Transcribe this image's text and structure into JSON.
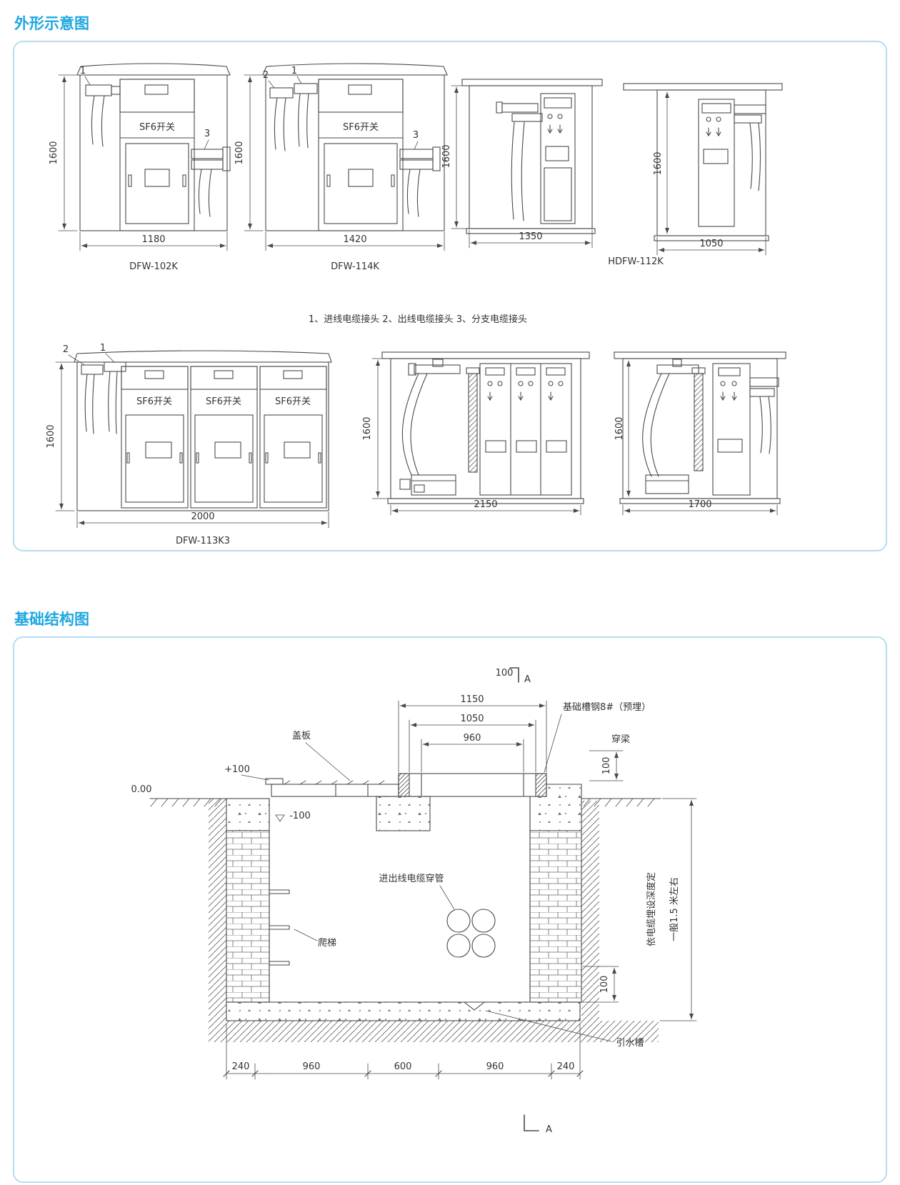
{
  "page": {
    "outline_title": "外形示意图",
    "foundation_title": "基础结构图"
  },
  "outline": {
    "legend": "1、进线电缆接头   2、出线电缆接头   3、分支电缆接头",
    "sf6": "SF6开关",
    "h1600": "1600",
    "c1": "1",
    "c2": "2",
    "c3": "3",
    "cab1": {
      "model": "DFW-102K",
      "width": "1180"
    },
    "cab2": {
      "model": "DFW-114K",
      "width": "1420"
    },
    "cab3": {
      "model": "HDFW-112K",
      "width": "1350"
    },
    "cab4": {
      "width": "1050"
    },
    "cab5": {
      "model": "DFW-113K3",
      "width": "2000"
    },
    "cab6": {
      "width": "2150"
    },
    "cab7": {
      "width": "1700"
    }
  },
  "foundation": {
    "labels": {
      "cover": "盖板",
      "channel": "基础槽钢8#（预埋）",
      "beam": "穿梁",
      "conduit": "进出线电缆穿管",
      "ladder": "爬梯",
      "drain": "引水槽",
      "depth1": "依电缆埋设深度定",
      "depth2": "一般1.5 米左右"
    },
    "levels": {
      "zero": "0.00",
      "plus": "+100",
      "minus": "-100"
    },
    "dims": {
      "top100": "100",
      "w1150": "1150",
      "w1050": "1050",
      "w960": "960",
      "beam100": "100",
      "floor100": "100",
      "b1": "240",
      "b2": "960",
      "b3": "600",
      "b4": "960",
      "b5": "240"
    },
    "section_mark": "A"
  }
}
